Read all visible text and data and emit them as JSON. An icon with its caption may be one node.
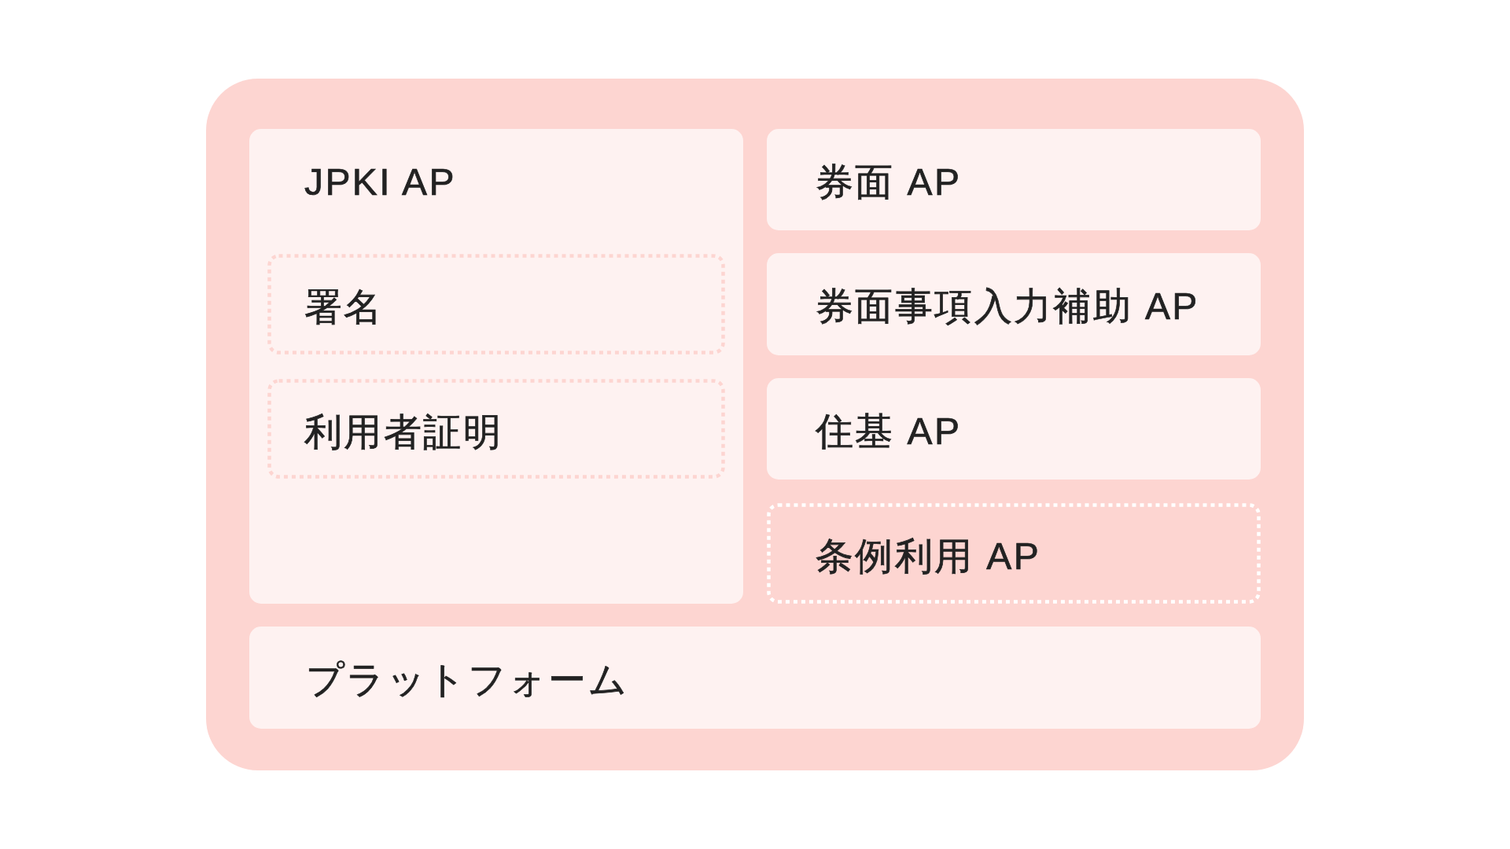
{
  "diagram": {
    "nodes": [
      {
        "text": [],
        "shape": "box"
      },
      {
        "text": [
          "JPKI AP"
        ],
        "in": 0
      },
      {
        "text": [
          "署名"
        ],
        "in": 1
      },
      {
        "text": [
          "利用者証明"
        ],
        "in": 1
      },
      {
        "text": [
          "券面 AP"
        ],
        "in": 0
      },
      {
        "text": [
          "券面事項入力補助 AP"
        ],
        "in": 0
      },
      {
        "text": [
          "住基 AP"
        ],
        "in": 0
      },
      {
        "text": [
          "条例利用 AP"
        ],
        "in": 0
      },
      {
        "text": [
          "プラットフォーム"
        ],
        "in": 0
      }
    ]
  }
}
